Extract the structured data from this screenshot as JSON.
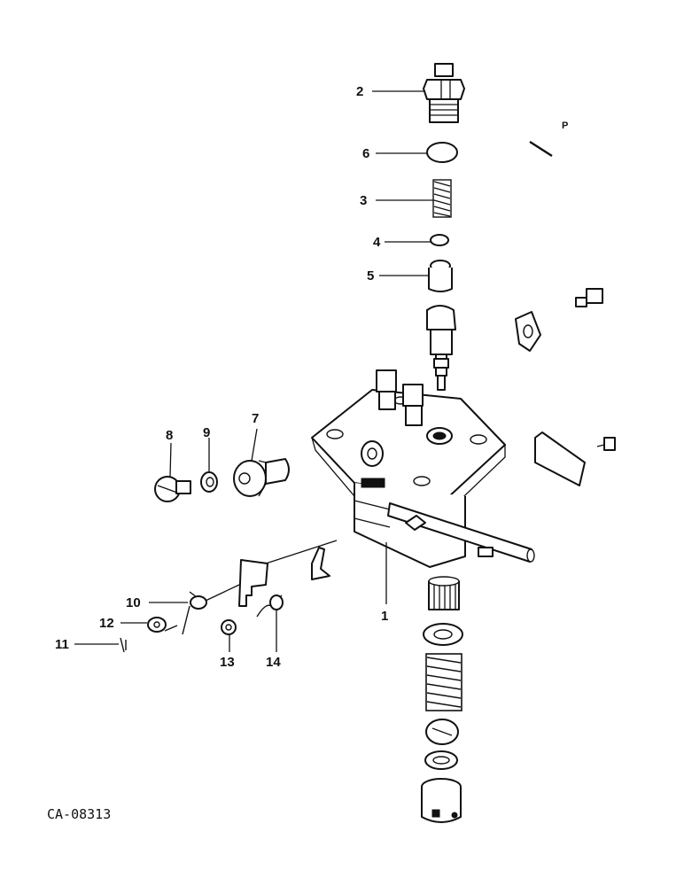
{
  "diagram": {
    "code": "CA-08313",
    "callouts": [
      {
        "id": "1",
        "label": "1"
      },
      {
        "id": "2",
        "label": "2"
      },
      {
        "id": "3",
        "label": "3"
      },
      {
        "id": "4",
        "label": "4"
      },
      {
        "id": "5",
        "label": "5"
      },
      {
        "id": "6",
        "label": "6"
      },
      {
        "id": "7",
        "label": "7"
      },
      {
        "id": "8",
        "label": "8"
      },
      {
        "id": "9",
        "label": "9"
      },
      {
        "id": "10",
        "label": "10"
      },
      {
        "id": "11",
        "label": "11"
      },
      {
        "id": "12",
        "label": "12"
      },
      {
        "id": "13",
        "label": "13"
      },
      {
        "id": "14",
        "label": "14"
      },
      {
        "id": "p",
        "label": "P"
      }
    ]
  }
}
